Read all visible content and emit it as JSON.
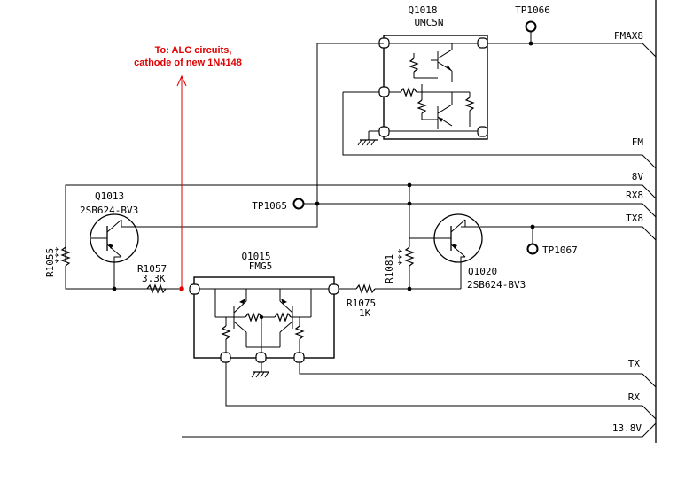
{
  "note": {
    "line1": "To: ALC circuits,",
    "line2": "cathode of new 1N4148",
    "color": "#e00000"
  },
  "nets": {
    "fmax8": "FMAX8",
    "fm": "FM",
    "v8": "8V",
    "rx8": "RX8",
    "tx8": "TX8",
    "tx": "TX",
    "rx": "RX",
    "v138": "13.8V"
  },
  "components": {
    "q1018_ref": "Q1018",
    "q1018_part": "UMC5N",
    "tp1066": "TP1066",
    "tp1065": "TP1065",
    "tp1067": "TP1067",
    "q1013_ref": "Q1013",
    "q1013_part": "2SB624-BV3",
    "r1055": "R1055",
    "r1055_val": "***",
    "r1057": "R1057",
    "r1057_val": "3.3K",
    "q1015_ref": "Q1015",
    "q1015_part": "FMG5",
    "r1075": "R1075",
    "r1075_val": "1K",
    "r1081": "R1081",
    "r1081_val": "***",
    "q1020_ref": "Q1020",
    "q1020_part": "2SB624-BV3"
  },
  "icons": {
    "ground": "ground-icon",
    "resistor": "resistor-icon",
    "transistor": "pnp-transistor-icon",
    "test_point": "test-point-icon"
  }
}
